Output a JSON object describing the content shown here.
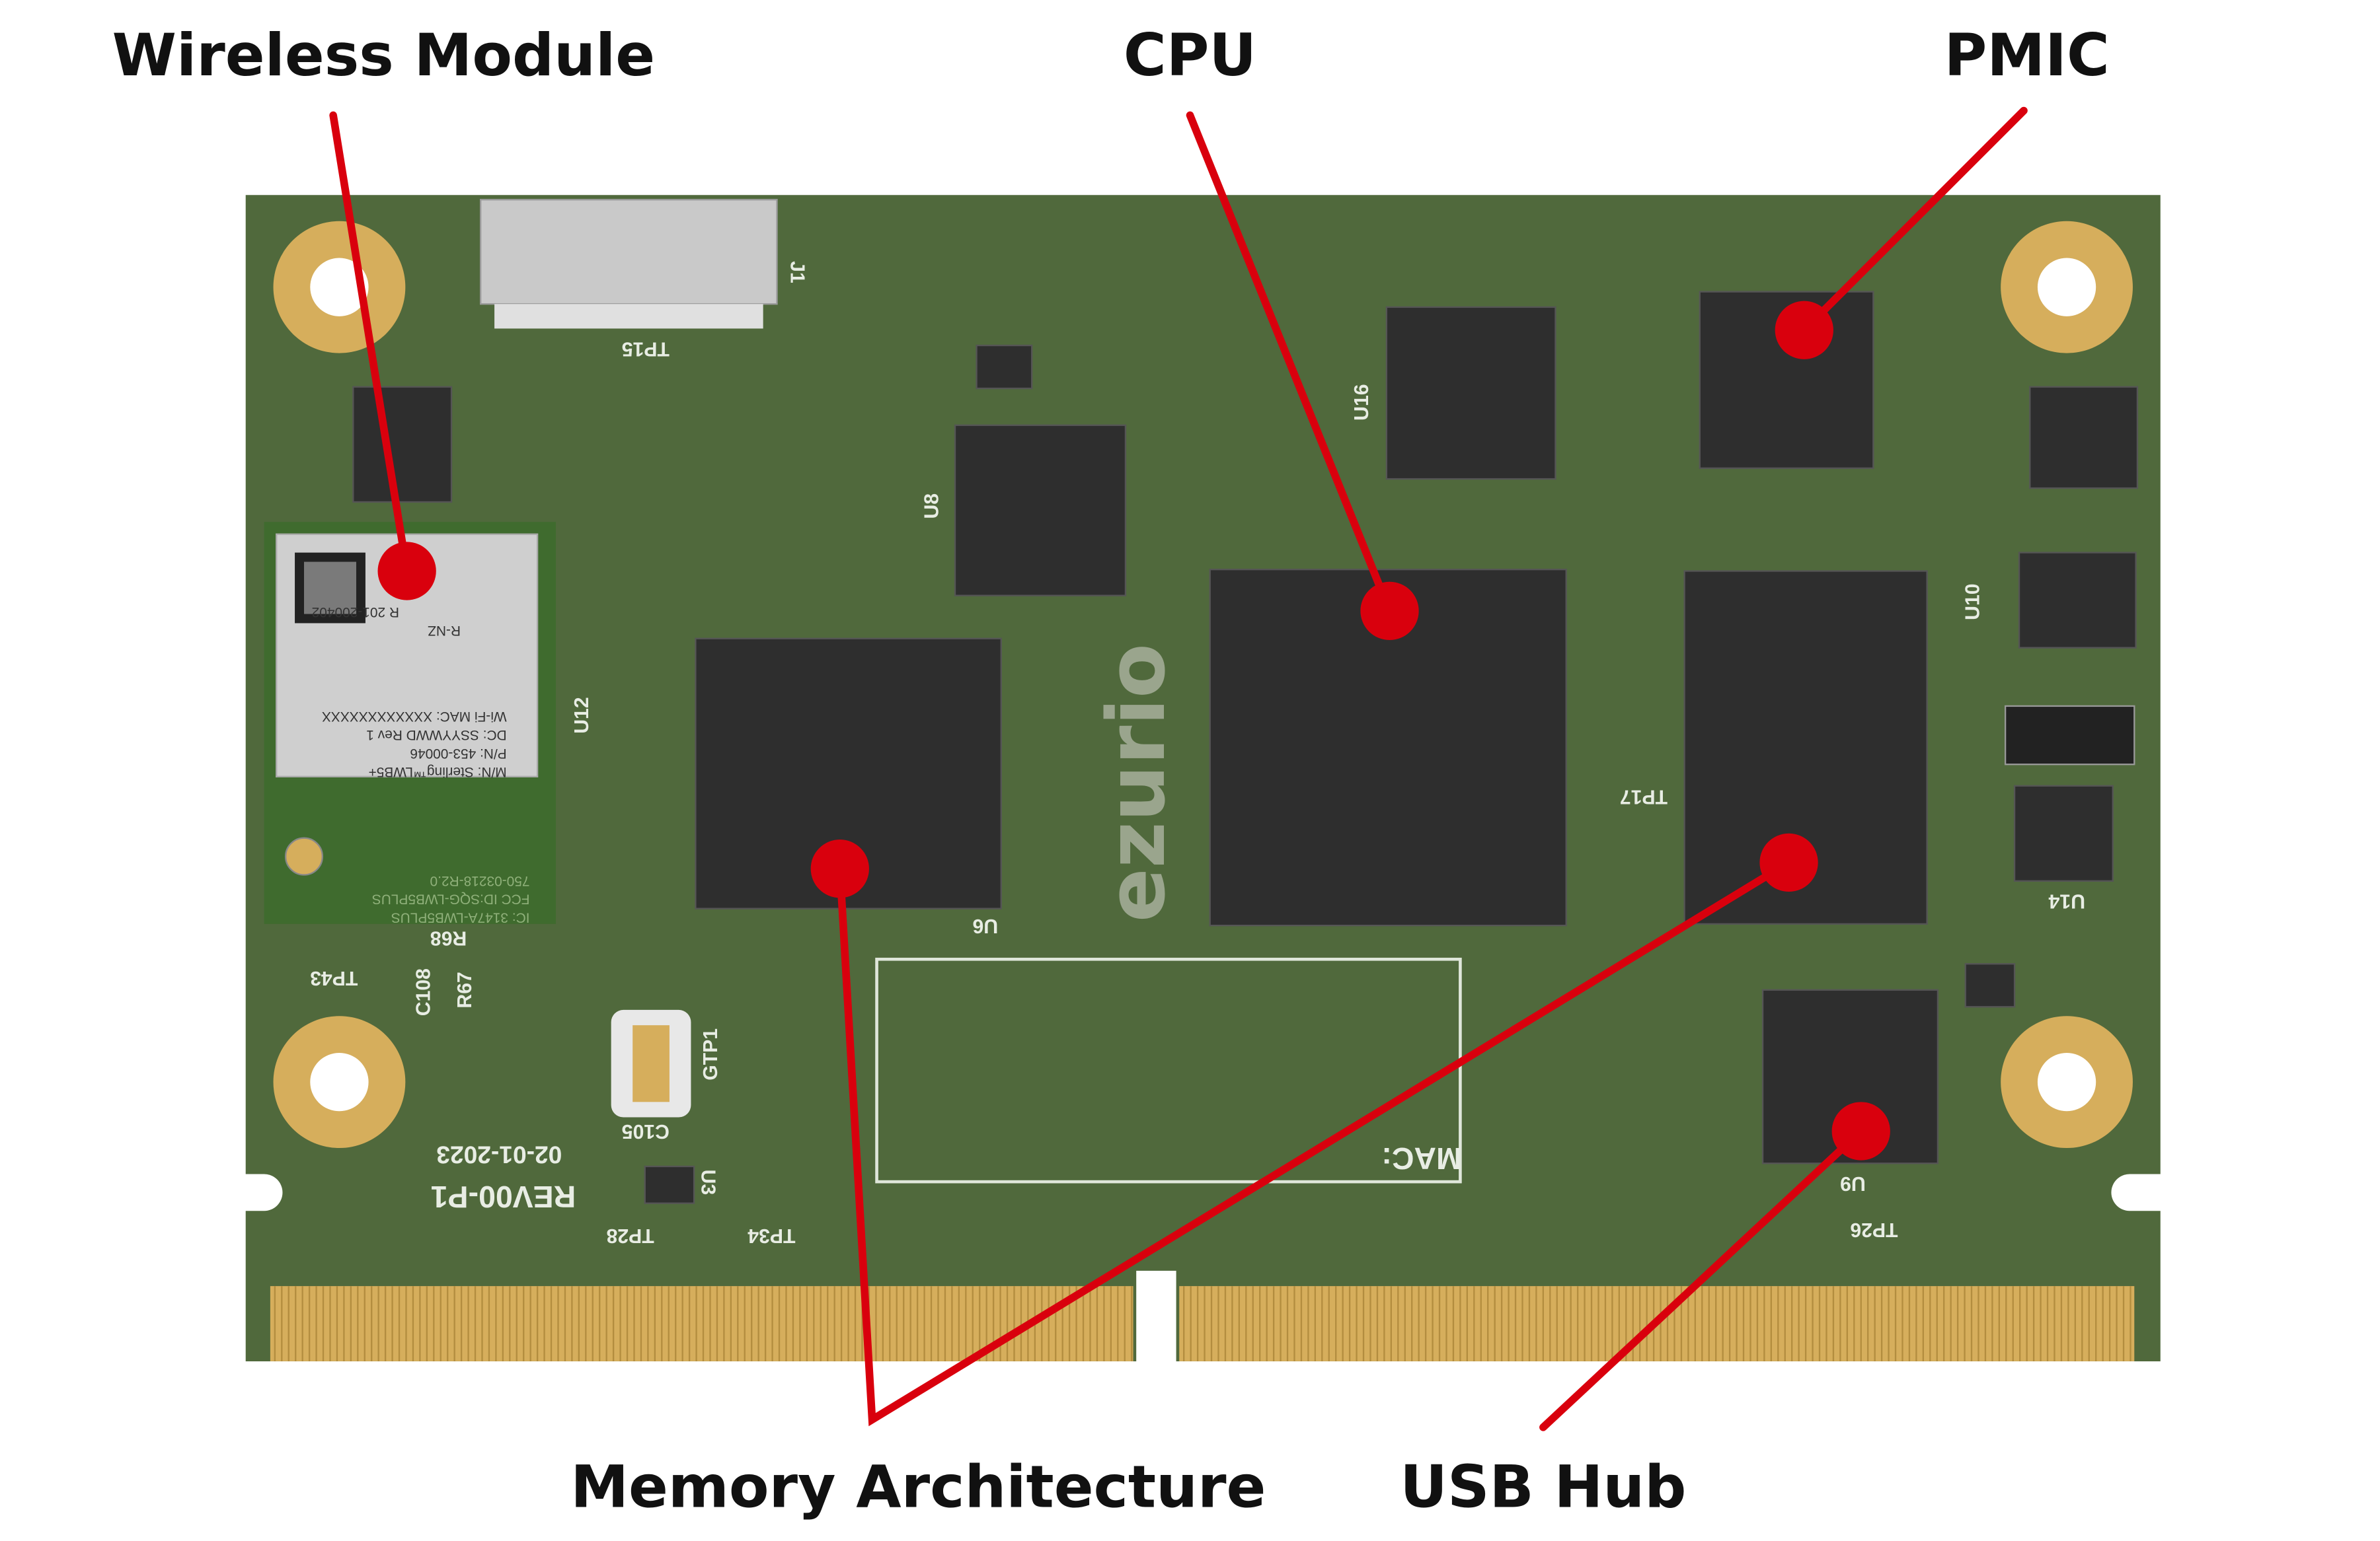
{
  "callouts": {
    "wireless": "Wireless Module",
    "cpu": "CPU",
    "pmic": "PMIC",
    "memory": "Memory Architecture",
    "usb": "USB Hub"
  },
  "board": {
    "logo": "ezurio",
    "revision": "REV00-P1",
    "date": "02-01-2023",
    "mac_label": "MAC:",
    "designators": {
      "u6": "U6",
      "u9": "U9",
      "u12": "U12",
      "u16": "U16",
      "u8": "U8",
      "u10": "U10",
      "u14": "U14",
      "j1": "J1",
      "u3": "U3",
      "tp15": "TP15",
      "tp17": "TP17",
      "gtp1": "GTP1",
      "c105": "C105",
      "tp28": "TP28",
      "tp34": "TP34",
      "tp26": "TP26",
      "tp43": "TP43",
      "r68": "R68",
      "c108": "C108",
      "r67": "R67"
    },
    "module": {
      "mn": "M/N: Sterling™LWB5+",
      "pn": "P/N: 453-00046",
      "dc": "DC: SSYYWWD  Rev 1",
      "mac": "Wi-Fi MAC: XXXXXXXXXXXX",
      "rnz": "R-NZ",
      "cert": "R 201-200402",
      "fcc": "FCC ID:SQG-LWB5PLUS",
      "ic": "IC: 3147A-LWB5PLUS",
      "part": "750-03218-R2.0"
    }
  },
  "colors": {
    "accent": "#d9000d",
    "board": "#50693c",
    "chip": "#2e2e2e",
    "gold": "#d6ae5c"
  }
}
